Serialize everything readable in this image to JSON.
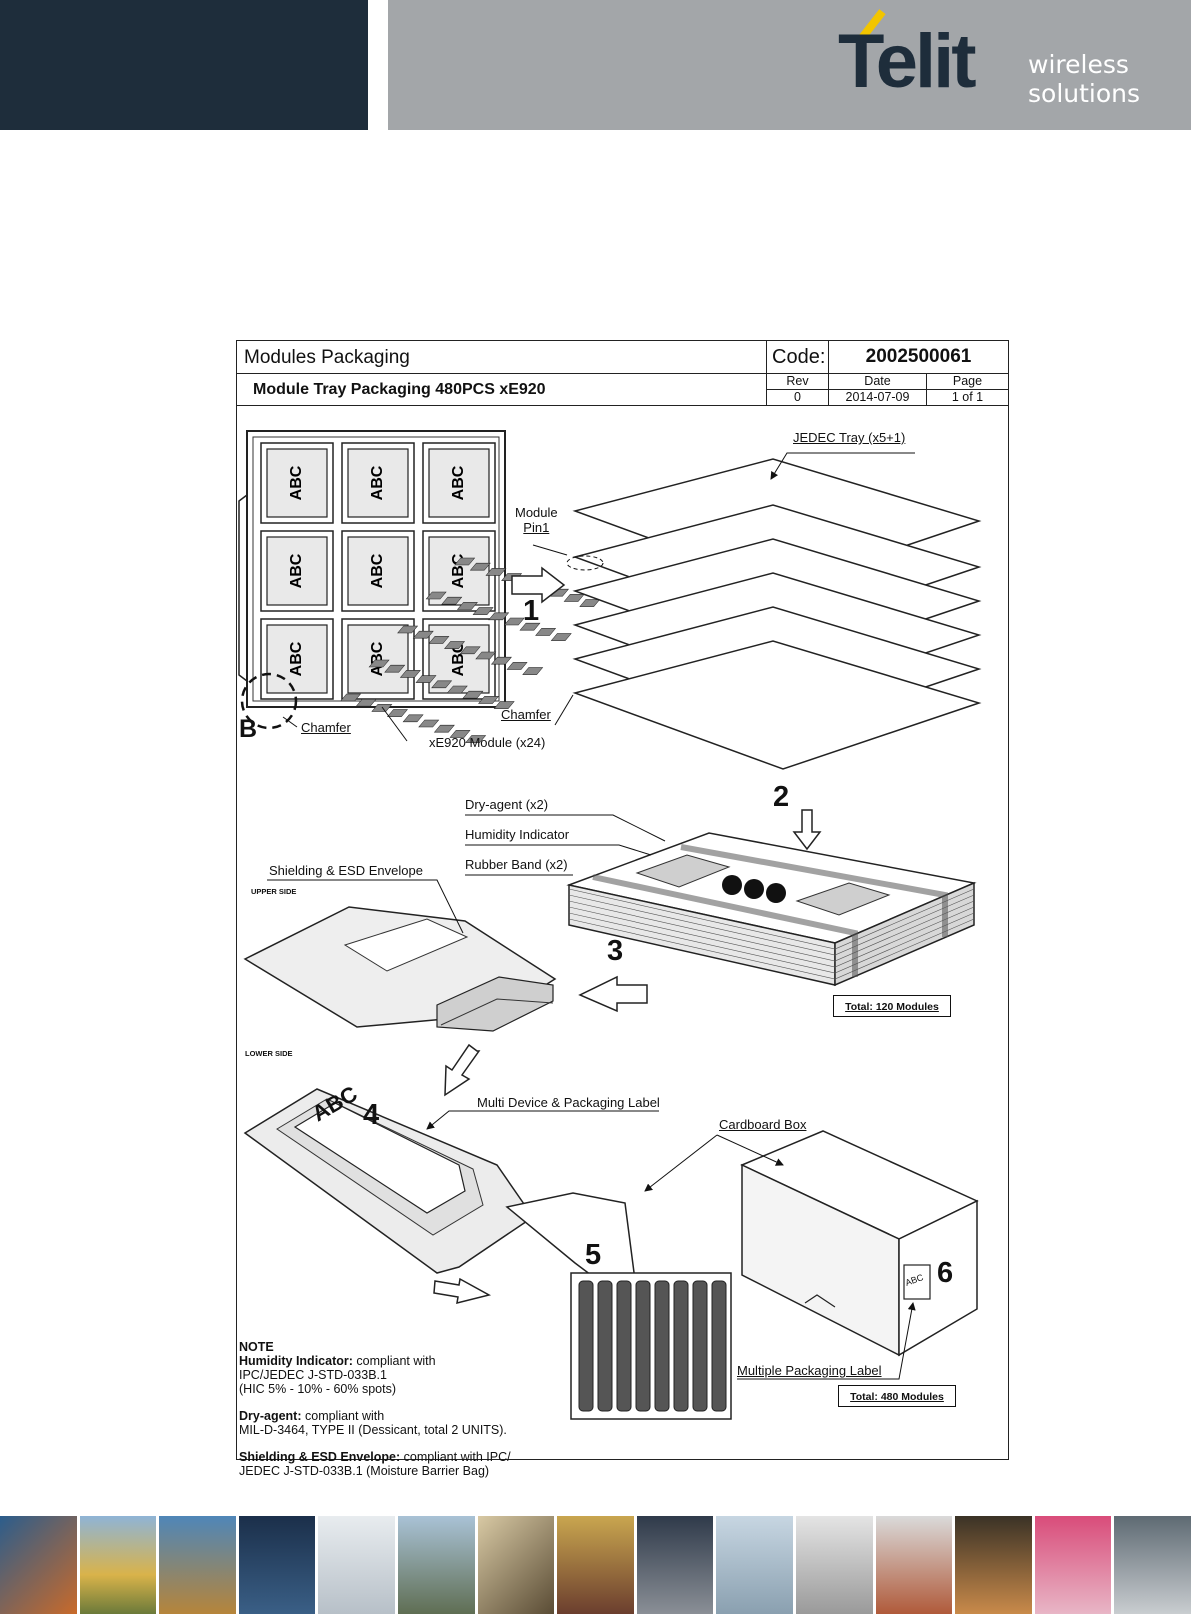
{
  "header": {
    "brand": "Telit",
    "tagline_line1": "wireless",
    "tagline_line2": "solutions"
  },
  "titleblock": {
    "title": "Modules Packaging",
    "subtitle": "Module Tray Packaging 480PCS xE920",
    "code_label": "Code:",
    "code_value": "2002500061",
    "rev_label": "Rev",
    "rev_value": "0",
    "date_label": "Date",
    "date_value": "2014-07-09",
    "page_label": "Page",
    "page_value": "1 of 1"
  },
  "tray": {
    "module_text": "ABC"
  },
  "labels": {
    "jedec_tray": "JEDEC Tray (x5+1)",
    "module_pin": "Module",
    "module_pin2": "Pin1",
    "chamfer_left": "Chamfer",
    "chamfer_right": "Chamfer",
    "module_count": "xE920 Module (x24)",
    "detail_b": "B",
    "dry_agent": "Dry-agent (x2)",
    "humidity": "Humidity Indicator",
    "rubber_band": "Rubber Band (x2)",
    "envelope": "Shielding & ESD Envelope",
    "upper_side": "UPPER SIDE",
    "lower_side": "LOWER SIDE",
    "multi_label": "Multi Device & Packaging Label",
    "cardboard": "Cardboard Box",
    "multiple_label": "Multiple Packaging Label",
    "bag_abc": "ABC",
    "box_abc": "ABC",
    "total_120": "Total: 120 Modules",
    "total_480": "Total: 480  Modules"
  },
  "steps": [
    "1",
    "2",
    "3",
    "4",
    "5",
    "6"
  ],
  "note": {
    "heading": "NOTE",
    "humidity_b": "Humidity Indicator:",
    "humidity_t": " compliant with",
    "humidity_l2": "IPC/JEDEC J-STD-033B.1",
    "humidity_l3": "(HIC 5% - 10% - 60% spots)",
    "dry_b": "Dry-agent:",
    "dry_t": " compliant with",
    "dry_l2": "MIL-D-3464, TYPE II (Dessicant, total 2 UNITS).",
    "shield_b": "Shielding & ESD Envelope:",
    "shield_t": " compliant with IPC/",
    "shield_l2": "JEDEC J-STD-033B.1 (Moisture Barrier Bag)"
  },
  "colors": {
    "header_dark": "#1e2d3b",
    "header_grey": "#a3a6a9",
    "logo_accent": "#f2c500"
  }
}
